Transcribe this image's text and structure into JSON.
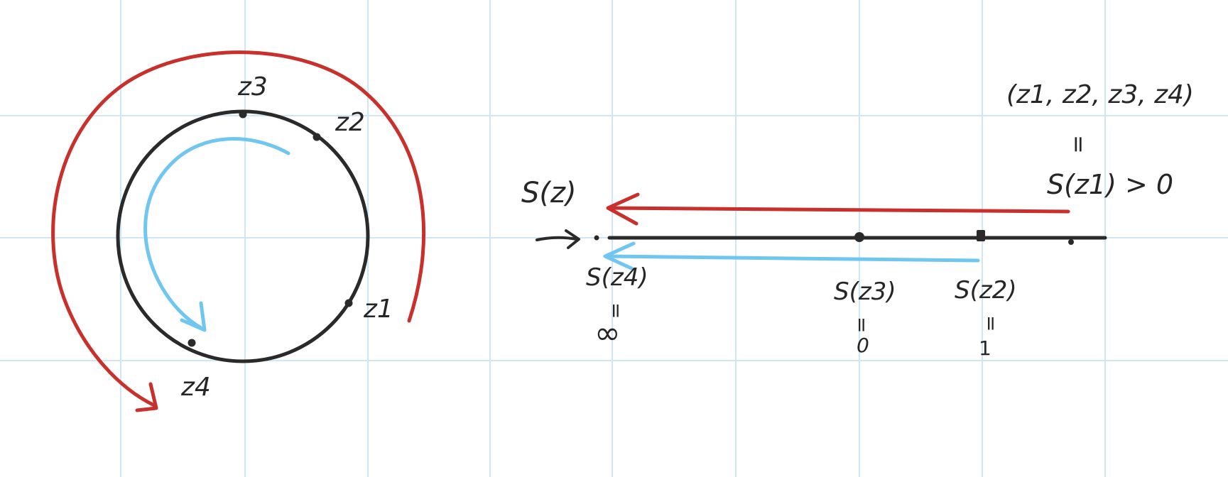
{
  "colors": {
    "grid": "#cfe6f6",
    "ink": "#2a2a2a",
    "red": "#c9302c",
    "blue": "#6ec6f1"
  },
  "circle_labels": {
    "z1": "z1",
    "z2": "z2",
    "z3": "z3",
    "z4": "z4"
  },
  "line": {
    "axis_title": "S(z)",
    "tuple": "(z1, z2, z3, z4)",
    "equals": "=",
    "s_z1_gt_0": "S(z1) > 0",
    "s_z4": "S(z4)",
    "s_z4_value": "∞",
    "s_z3": "S(z3)",
    "s_z3_value": "0",
    "s_z2": "S(z2)",
    "s_z2_value": "1"
  }
}
